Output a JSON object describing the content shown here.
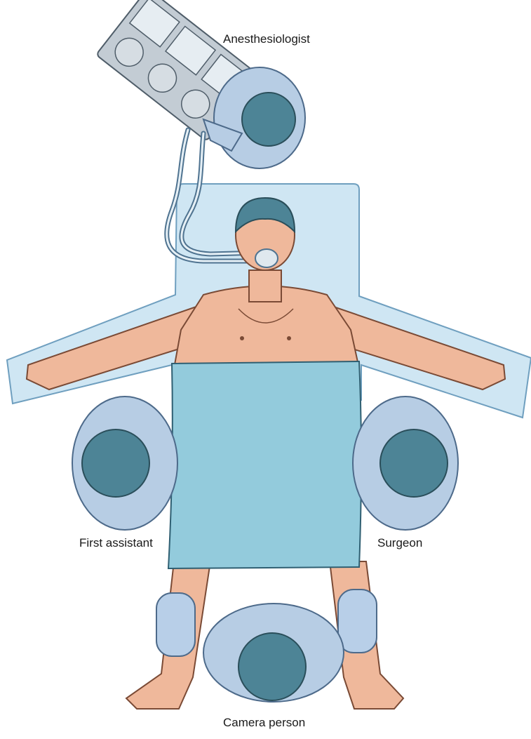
{
  "labels": {
    "anesthesiologist": "Anesthesiologist",
    "first_assistant": "First assistant",
    "surgeon": "Surgeon",
    "camera_person": "Camera person"
  },
  "colors": {
    "table": "#cfe6f3",
    "table_stroke": "#6f9fbf",
    "skin": "#efb89b",
    "skin_stroke": "#7a4a35",
    "gown": "#b7cde4",
    "gown_stroke": "#4d6a8a",
    "cap": "#4d8496",
    "drape": "#93cbdc",
    "machine": "#b9c3cc"
  }
}
